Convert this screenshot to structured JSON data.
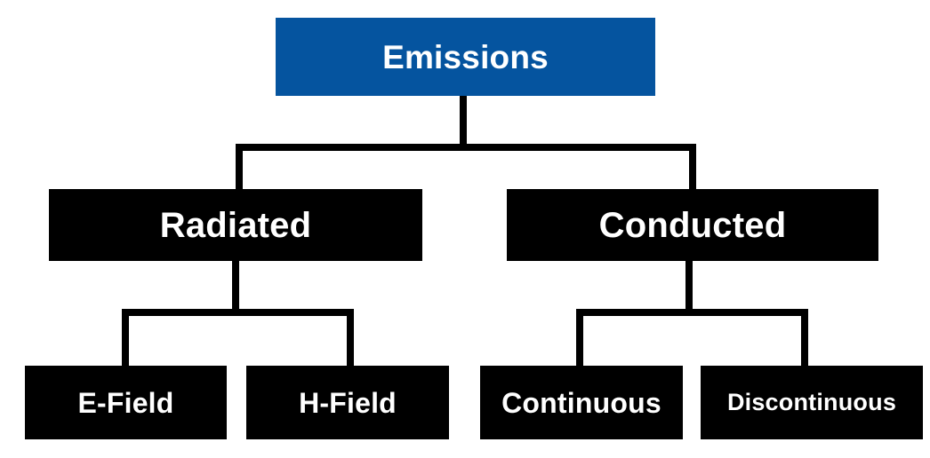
{
  "diagram": {
    "type": "hierarchy-tree",
    "title": "Emissions",
    "orientation": "top-down",
    "levels": 3,
    "colors": {
      "root_fill": "#05549f",
      "node_fill": "#000000",
      "node_text": "#ffffff",
      "connector": "#000000",
      "background": "#ffffff"
    },
    "nodes": {
      "root": {
        "label": "Emissions",
        "level": 0
      },
      "branch_left": {
        "label": "Radiated",
        "level": 1,
        "parent": "Emissions"
      },
      "branch_right": {
        "label": "Conducted",
        "level": 1,
        "parent": "Emissions"
      },
      "leaf_1": {
        "label": "E-Field",
        "level": 2,
        "parent": "Radiated"
      },
      "leaf_2": {
        "label": "H-Field",
        "level": 2,
        "parent": "Radiated"
      },
      "leaf_3": {
        "label": "Continuous",
        "level": 2,
        "parent": "Conducted"
      },
      "leaf_4": {
        "label": "Discontinuous",
        "level": 2,
        "parent": "Conducted"
      }
    }
  }
}
